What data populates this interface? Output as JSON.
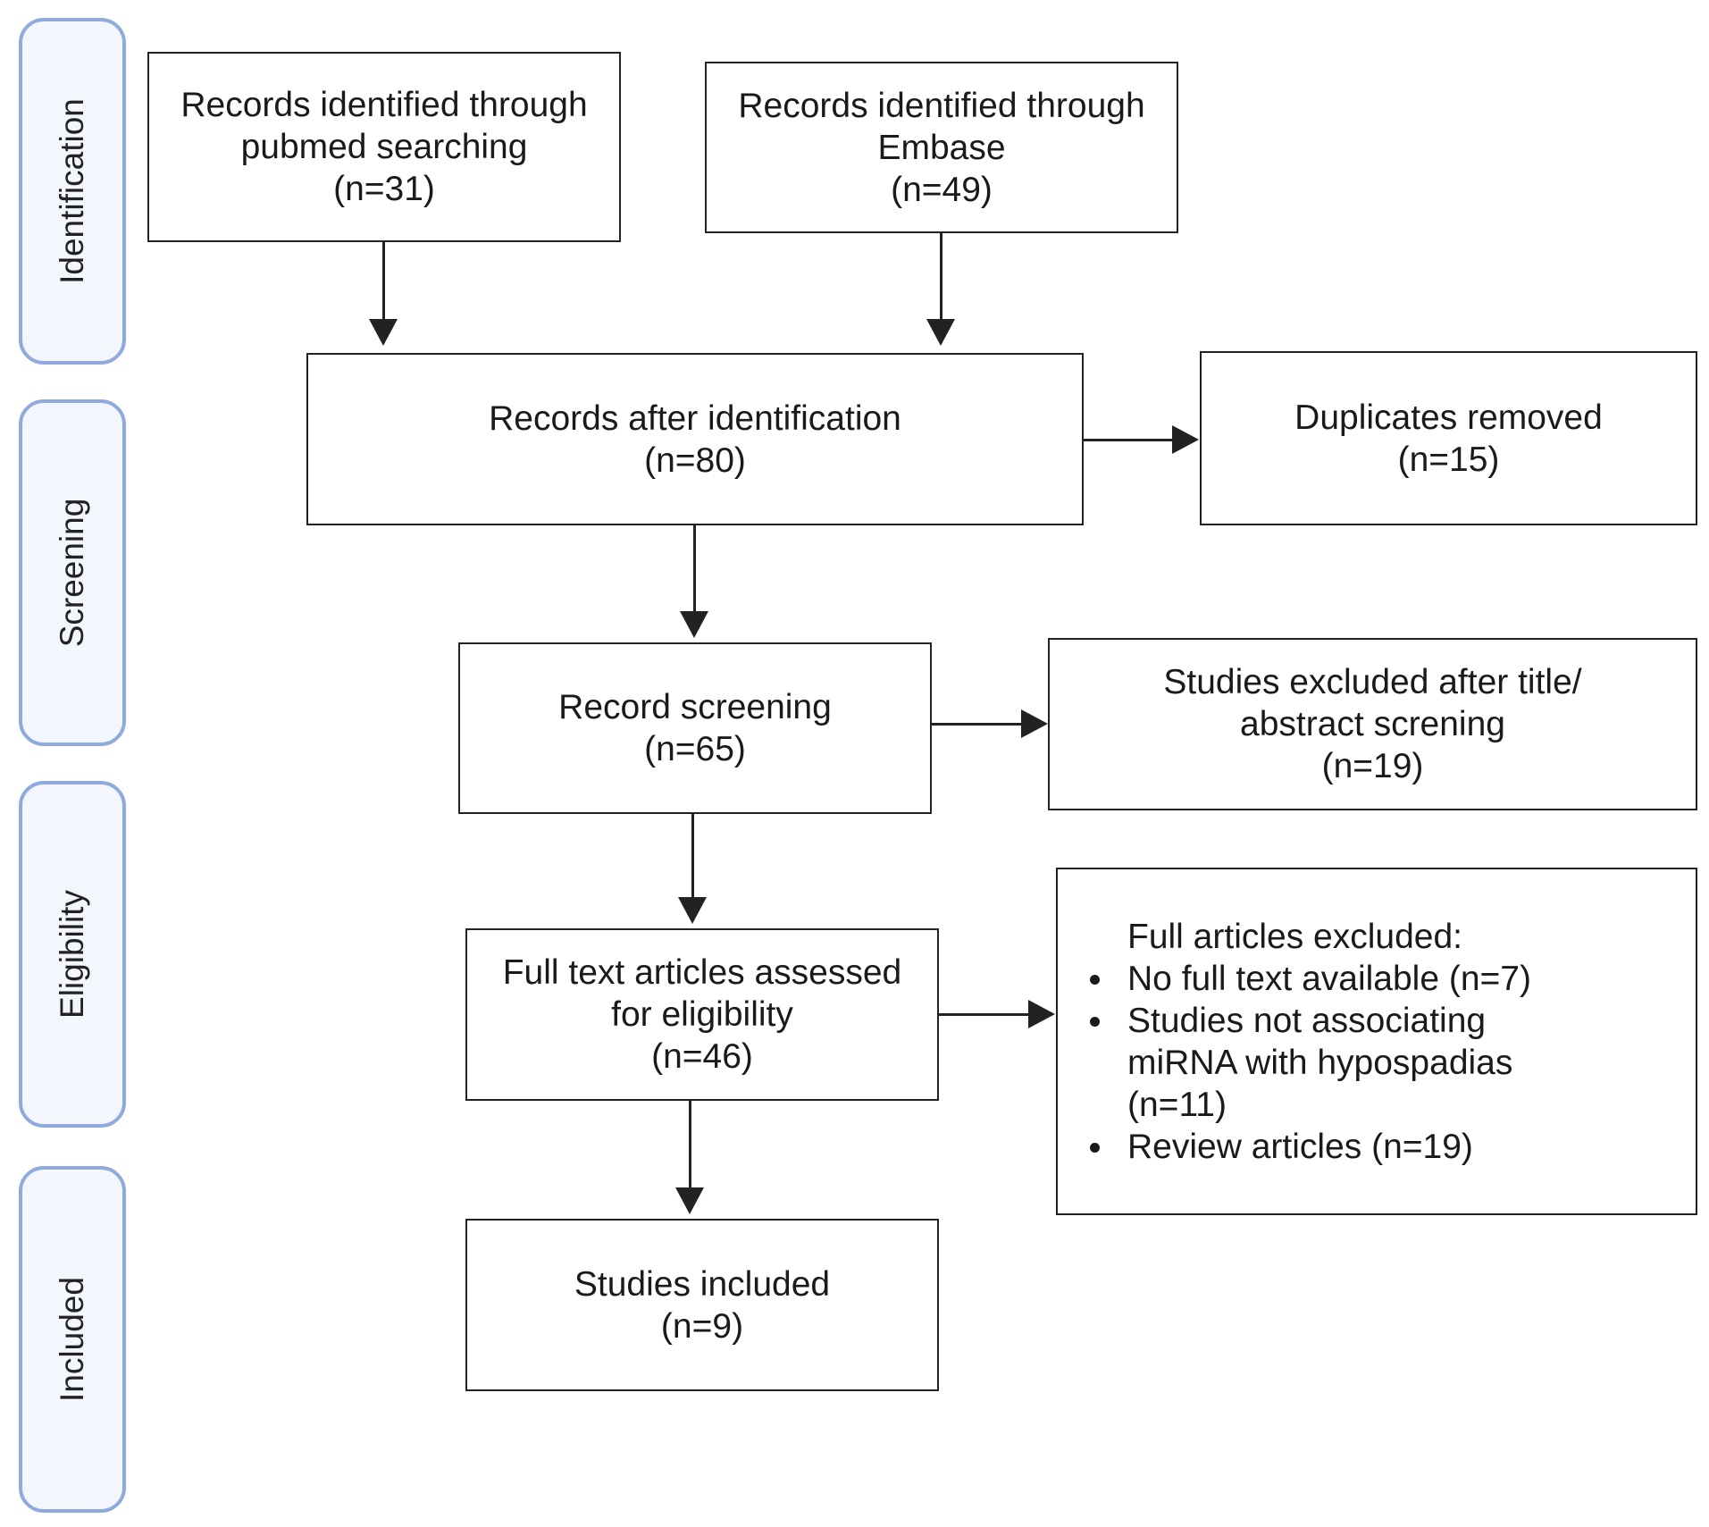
{
  "stages": [
    {
      "id": "identification",
      "label": "Identification"
    },
    {
      "id": "screening",
      "label": "Screening"
    },
    {
      "id": "eligibility",
      "label": "Eligibility"
    },
    {
      "id": "included",
      "label": "Included"
    }
  ],
  "boxes": {
    "pubmed": {
      "lines": [
        "Records identified through",
        "pubmed searching",
        "(n=31)"
      ]
    },
    "embase": {
      "lines": [
        "Records identified through",
        "Embase",
        "(n=49)"
      ]
    },
    "after_identification": {
      "lines": [
        "Records after identification",
        "(n=80)"
      ]
    },
    "duplicates": {
      "lines": [
        "Duplicates removed",
        "(n=15)"
      ]
    },
    "screening": {
      "lines": [
        "Record screening",
        "(n=65)"
      ]
    },
    "excluded_title": {
      "lines": [
        "Studies excluded after title/",
        "abstract screning",
        "(n=19)"
      ]
    },
    "full_text": {
      "lines": [
        "Full text articles assessed",
        "for eligibility",
        "(n=46)"
      ]
    },
    "full_excluded": {
      "heading": "Full articles excluded:",
      "items": [
        "No full text available (n=7)",
        "Studies not associating miRNA with hypospadias (n=11)",
        "Review articles (n=19)"
      ]
    },
    "included": {
      "lines": [
        "Studies included",
        "(n=9)"
      ]
    }
  }
}
